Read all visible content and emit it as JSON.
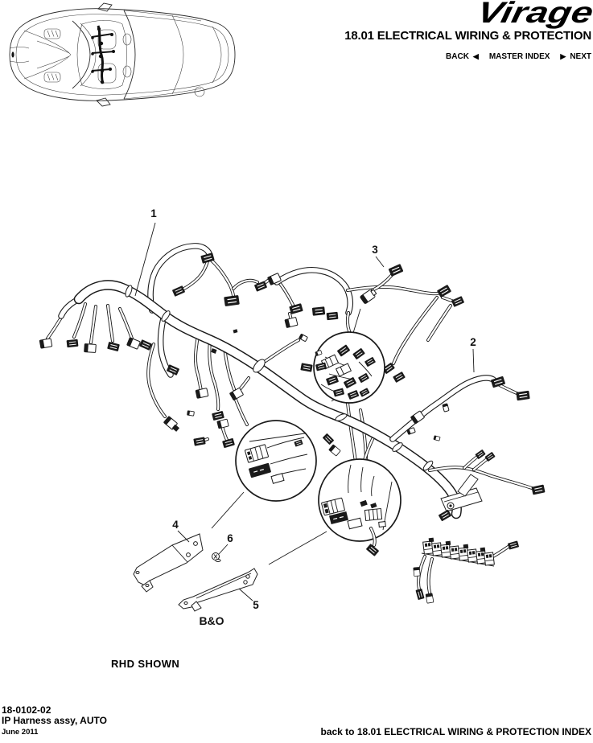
{
  "header": {
    "logo": "Virage",
    "title": "18.01 ELECTRICAL WIRING & PROTECTION",
    "nav": {
      "back": "BACK",
      "back_arrow": "◀",
      "master_index": "MASTER INDEX",
      "next_arrow": "▶",
      "next": "NEXT"
    }
  },
  "diagram": {
    "callouts": [
      "1",
      "2",
      "3",
      "4",
      "5",
      "6"
    ],
    "bo_label": "B&O",
    "variant_note": "RHD SHOWN",
    "car_figure_icon": "car-top-view-harness-location",
    "line_color": "#1a1a1a"
  },
  "footer": {
    "doc_number": "18-0102-02",
    "part_name": "IP Harness assy, AUTO",
    "date": "June 2011",
    "back_link": "back to 18.01 ELECTRICAL WIRING & PROTECTION INDEX"
  }
}
